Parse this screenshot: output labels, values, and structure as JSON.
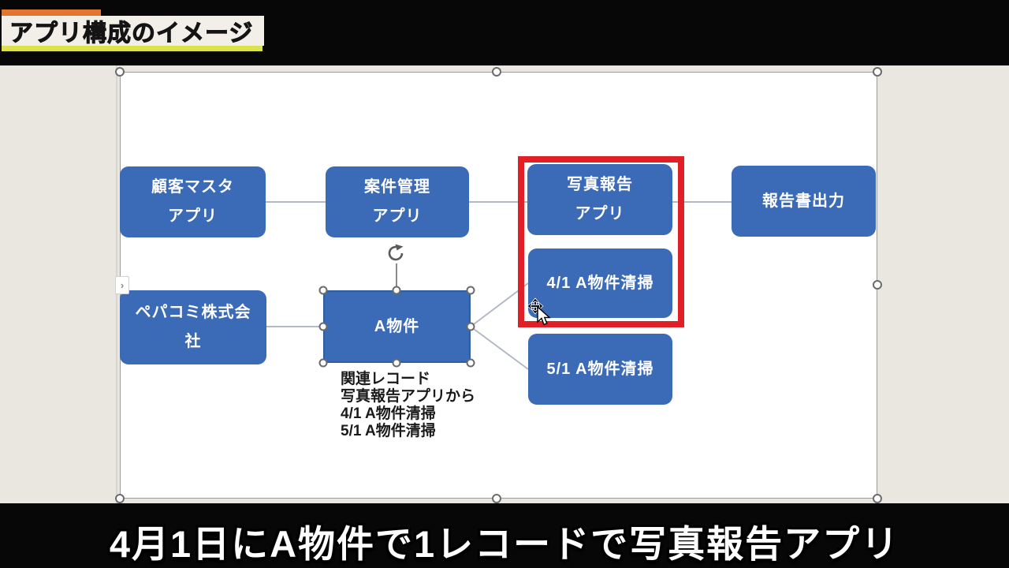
{
  "title_banner": {
    "text": "アプリ構成のイメージ"
  },
  "bottom_caption": {
    "text": "4月1日にA物件で1レコードで写真報告アプリ"
  },
  "diagram": {
    "nodes": {
      "customer_master": {
        "lines": [
          "顧客マスタ",
          "アプリ"
        ]
      },
      "project_management": {
        "lines": [
          "案件管理",
          "アプリ"
        ]
      },
      "photo_report": {
        "lines": [
          "写真報告",
          "アプリ"
        ]
      },
      "report_output": {
        "lines": [
          "報告書出力"
        ]
      },
      "pepakomi_company": {
        "lines": [
          "ペパコミ株式会",
          "社"
        ]
      },
      "property_a": {
        "lines": [
          "A物件"
        ]
      },
      "record_4_1": {
        "lines": [
          "4/1 A物件清掃"
        ]
      },
      "record_5_1": {
        "lines": [
          "5/1 A物件清掃"
        ]
      }
    },
    "annotation": {
      "lines": [
        "関連レコード",
        "写真報告アプリから",
        "4/1 A物件清掃",
        "5/1 A物件清掃"
      ]
    }
  },
  "colors": {
    "node_blue": "#3b6ab6",
    "highlight_red": "#e11f26",
    "accent_orange": "#e2762e",
    "accent_yellow_green": "#dce24b",
    "workspace_beige": "#eae7e0",
    "slide_white": "#ffffff",
    "connector_gray": "#b3bac6"
  },
  "ui": {
    "pane_expand_chevron": "›"
  }
}
